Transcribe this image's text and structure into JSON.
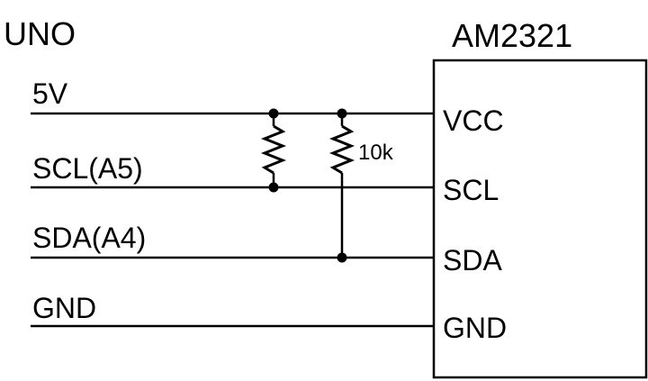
{
  "left_header": "UNO",
  "chip": {
    "name": "AM2321",
    "pins": {
      "vcc": "VCC",
      "scl": "SCL",
      "sda": "SDA",
      "gnd": "GND"
    }
  },
  "uno_signals": {
    "v5": "5V",
    "scl": "SCL(A5)",
    "sda": "SDA(A4)",
    "gnd": "GND"
  },
  "resistor_value": "10k"
}
